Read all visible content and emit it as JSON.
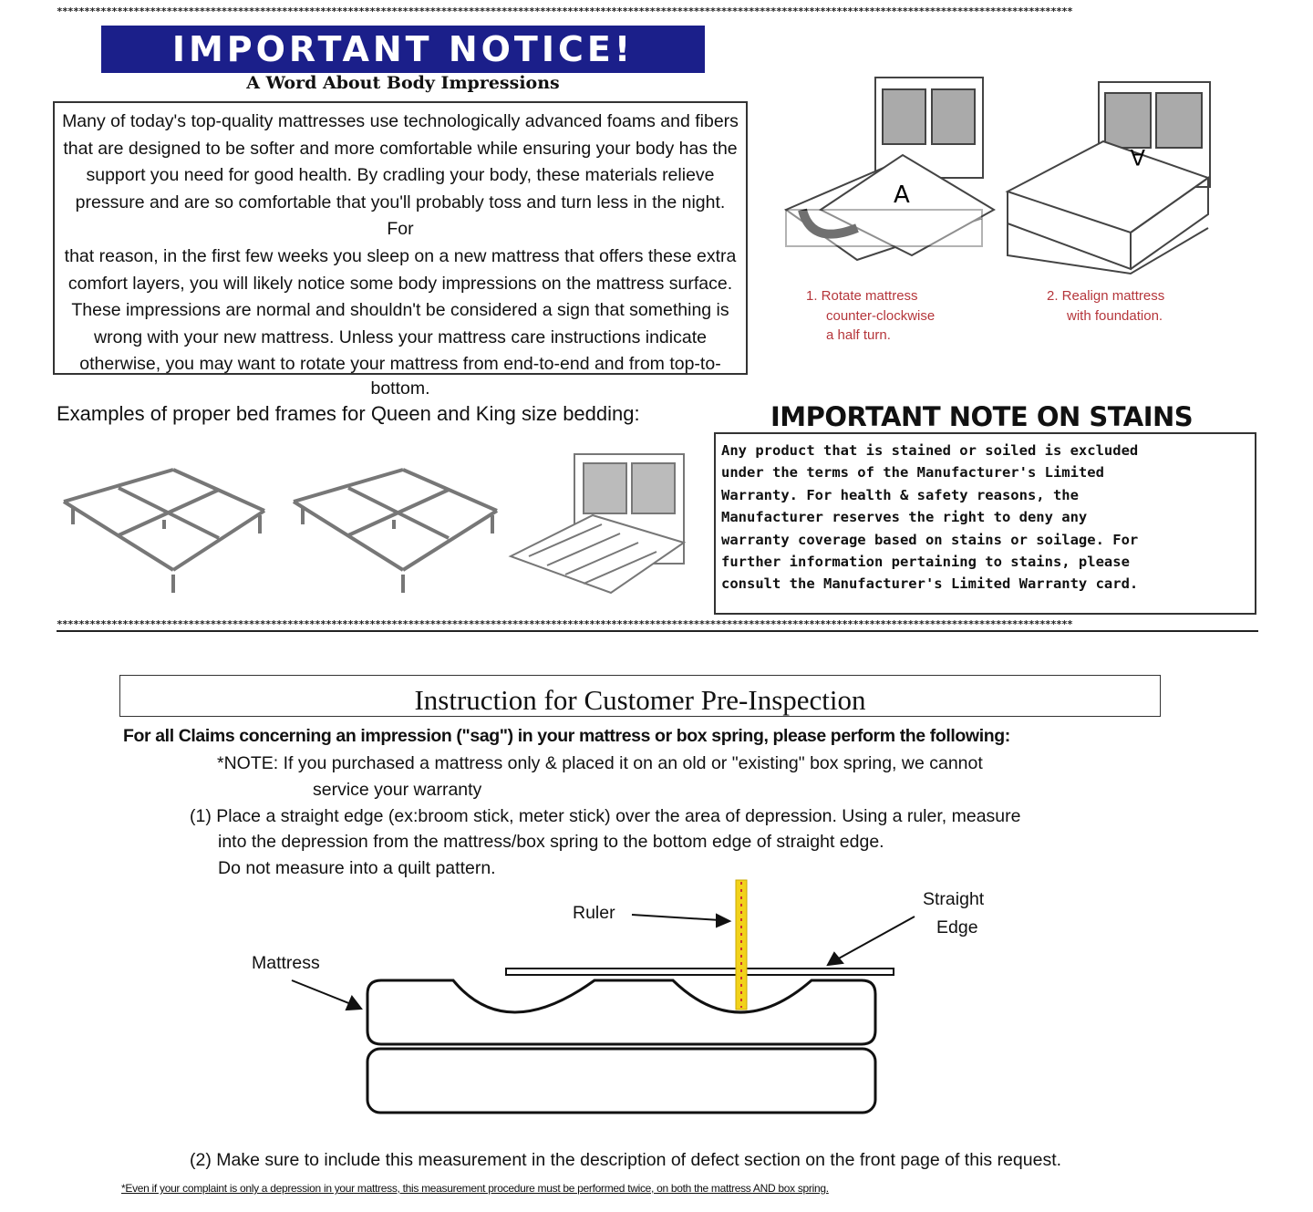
{
  "divider_stars": "*****************************************************************************************************************************************************************************************",
  "notice": {
    "banner": "IMPORTANT NOTICE!",
    "subtitle": "A Word About Body Impressions",
    "body_lines": [
      "Many of today's top-quality mattresses use technologically advanced foams and fibers",
      "that are designed to be softer and more comfortable while ensuring your body has the",
      "support you need for good health. By cradling your body, these materials relieve",
      "pressure and are so comfortable that you'll probably toss and turn less in the night. For",
      "that reason, in the first few weeks you sleep on a new mattress that offers these extra",
      "comfort layers, you will likely notice some body impressions on the mattress surface.",
      "These impressions are normal and shouldn't be considered a sign that something is",
      "wrong with your new mattress. Unless your mattress care instructions indicate",
      "otherwise, you may want to rotate your mattress from end-to-end and from top-to-",
      "bottom."
    ]
  },
  "rotation": {
    "step1": [
      "1.  Rotate mattress",
      "counter-clockwise",
      "a half turn."
    ],
    "step2": [
      "2.  Realign mattress",
      "with foundation."
    ],
    "mattress_letter": "A",
    "caption_color": "#b5363b"
  },
  "frames": {
    "title": "Examples of proper bed frames for Queen and King size bedding:"
  },
  "stains": {
    "heading": "IMPORTANT NOTE ON STAINS",
    "lines": [
      "Any product that is stained or soiled is excluded",
      "under the terms of the Manufacturer's Limited",
      "Warranty.  For health & safety reasons, the",
      "Manufacturer reserves the right to deny any",
      "warranty coverage based on stains or soilage.  For",
      "further information pertaining to stains, please",
      "consult the Manufacturer's Limited Warranty card."
    ]
  },
  "inspection": {
    "title": "Instruction for Customer Pre-Inspection",
    "lead": "For all Claims concerning an impression (\"sag\") in your mattress or box spring, please perform the following:",
    "note1": "*NOTE: If you purchased a mattress only & placed it on an old or \"existing\" box spring, we cannot",
    "note2": "service your warranty",
    "step1": [
      "(1)  Place a straight edge (ex:broom stick, meter stick) over the area of depression.  Using a ruler, measure",
      "into the depression from the mattress/box spring to the bottom edge of straight edge.",
      "Do not measure into a quilt pattern."
    ],
    "diagram": {
      "ruler": "Ruler",
      "straight_edge": [
        "Straight",
        "Edge"
      ],
      "mattress": "Mattress"
    },
    "step2": "(2)  Make sure to include this measurement in the description of defect section on the front page of this request.",
    "footnote": "*Even if your complaint is only a depression in your mattress, this measurement procedure must be performed twice, on both the mattress AND box spring."
  },
  "colors": {
    "banner": "#1b1f8a",
    "ruler": "#f2d21b"
  }
}
